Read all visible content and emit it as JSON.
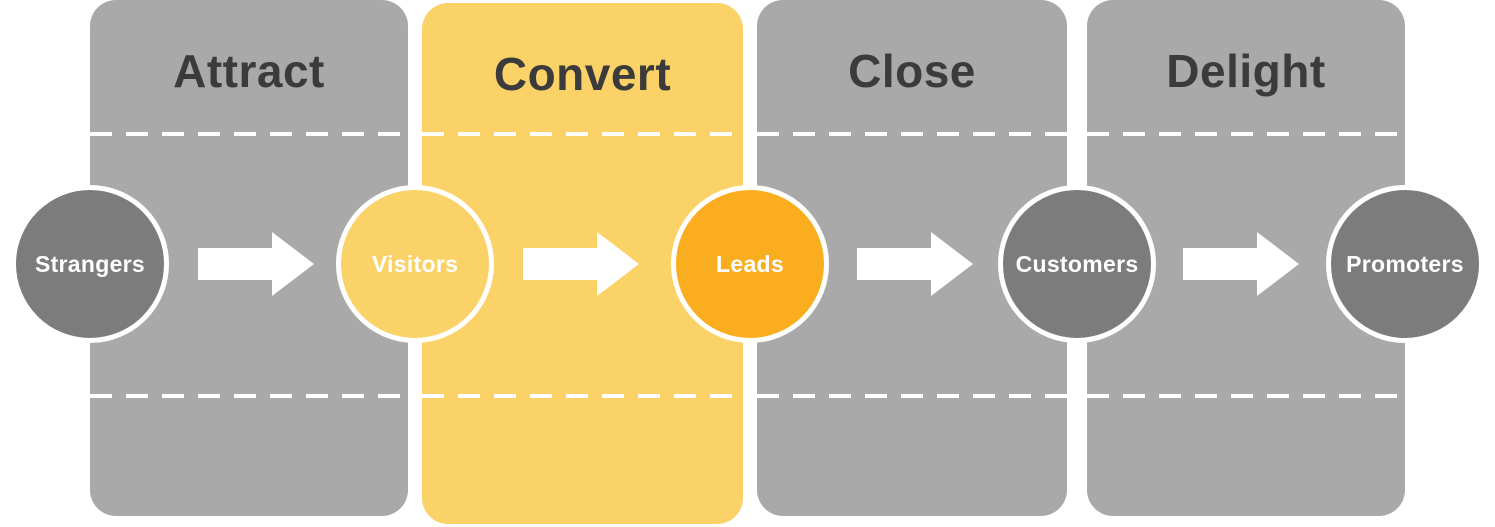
{
  "diagram": {
    "type": "marketing-funnel-flow",
    "stages": [
      {
        "label": "Attract",
        "fill": "#A9A9A9",
        "highlighted": false
      },
      {
        "label": "Convert",
        "fill": "#FBD268",
        "highlighted": true
      },
      {
        "label": "Close",
        "fill": "#A9A9A9",
        "highlighted": false
      },
      {
        "label": "Delight",
        "fill": "#A9A9A9",
        "highlighted": false
      }
    ],
    "personas": [
      {
        "label": "Strangers",
        "fill": "#7C7C7C"
      },
      {
        "label": "Visitors",
        "fill": "#FBD268"
      },
      {
        "label": "Leads",
        "fill": "#FAAE1F"
      },
      {
        "label": "Customers",
        "fill": "#7C7C7C"
      },
      {
        "label": "Promoters",
        "fill": "#7C7C7C"
      }
    ],
    "arrows": [
      {
        "icon": "arrow-right-icon"
      },
      {
        "icon": "arrow-right-icon"
      },
      {
        "icon": "arrow-right-icon"
      },
      {
        "icon": "arrow-right-icon"
      }
    ],
    "colors": {
      "heading_text": "#3B3B3B",
      "circle_label_text": "#FFFFFF",
      "circle_ring": "#FFFFFF",
      "arrow": "#FFFFFF",
      "dashed_divider": "#FFFFFF",
      "background": "#FFFFFF"
    }
  }
}
